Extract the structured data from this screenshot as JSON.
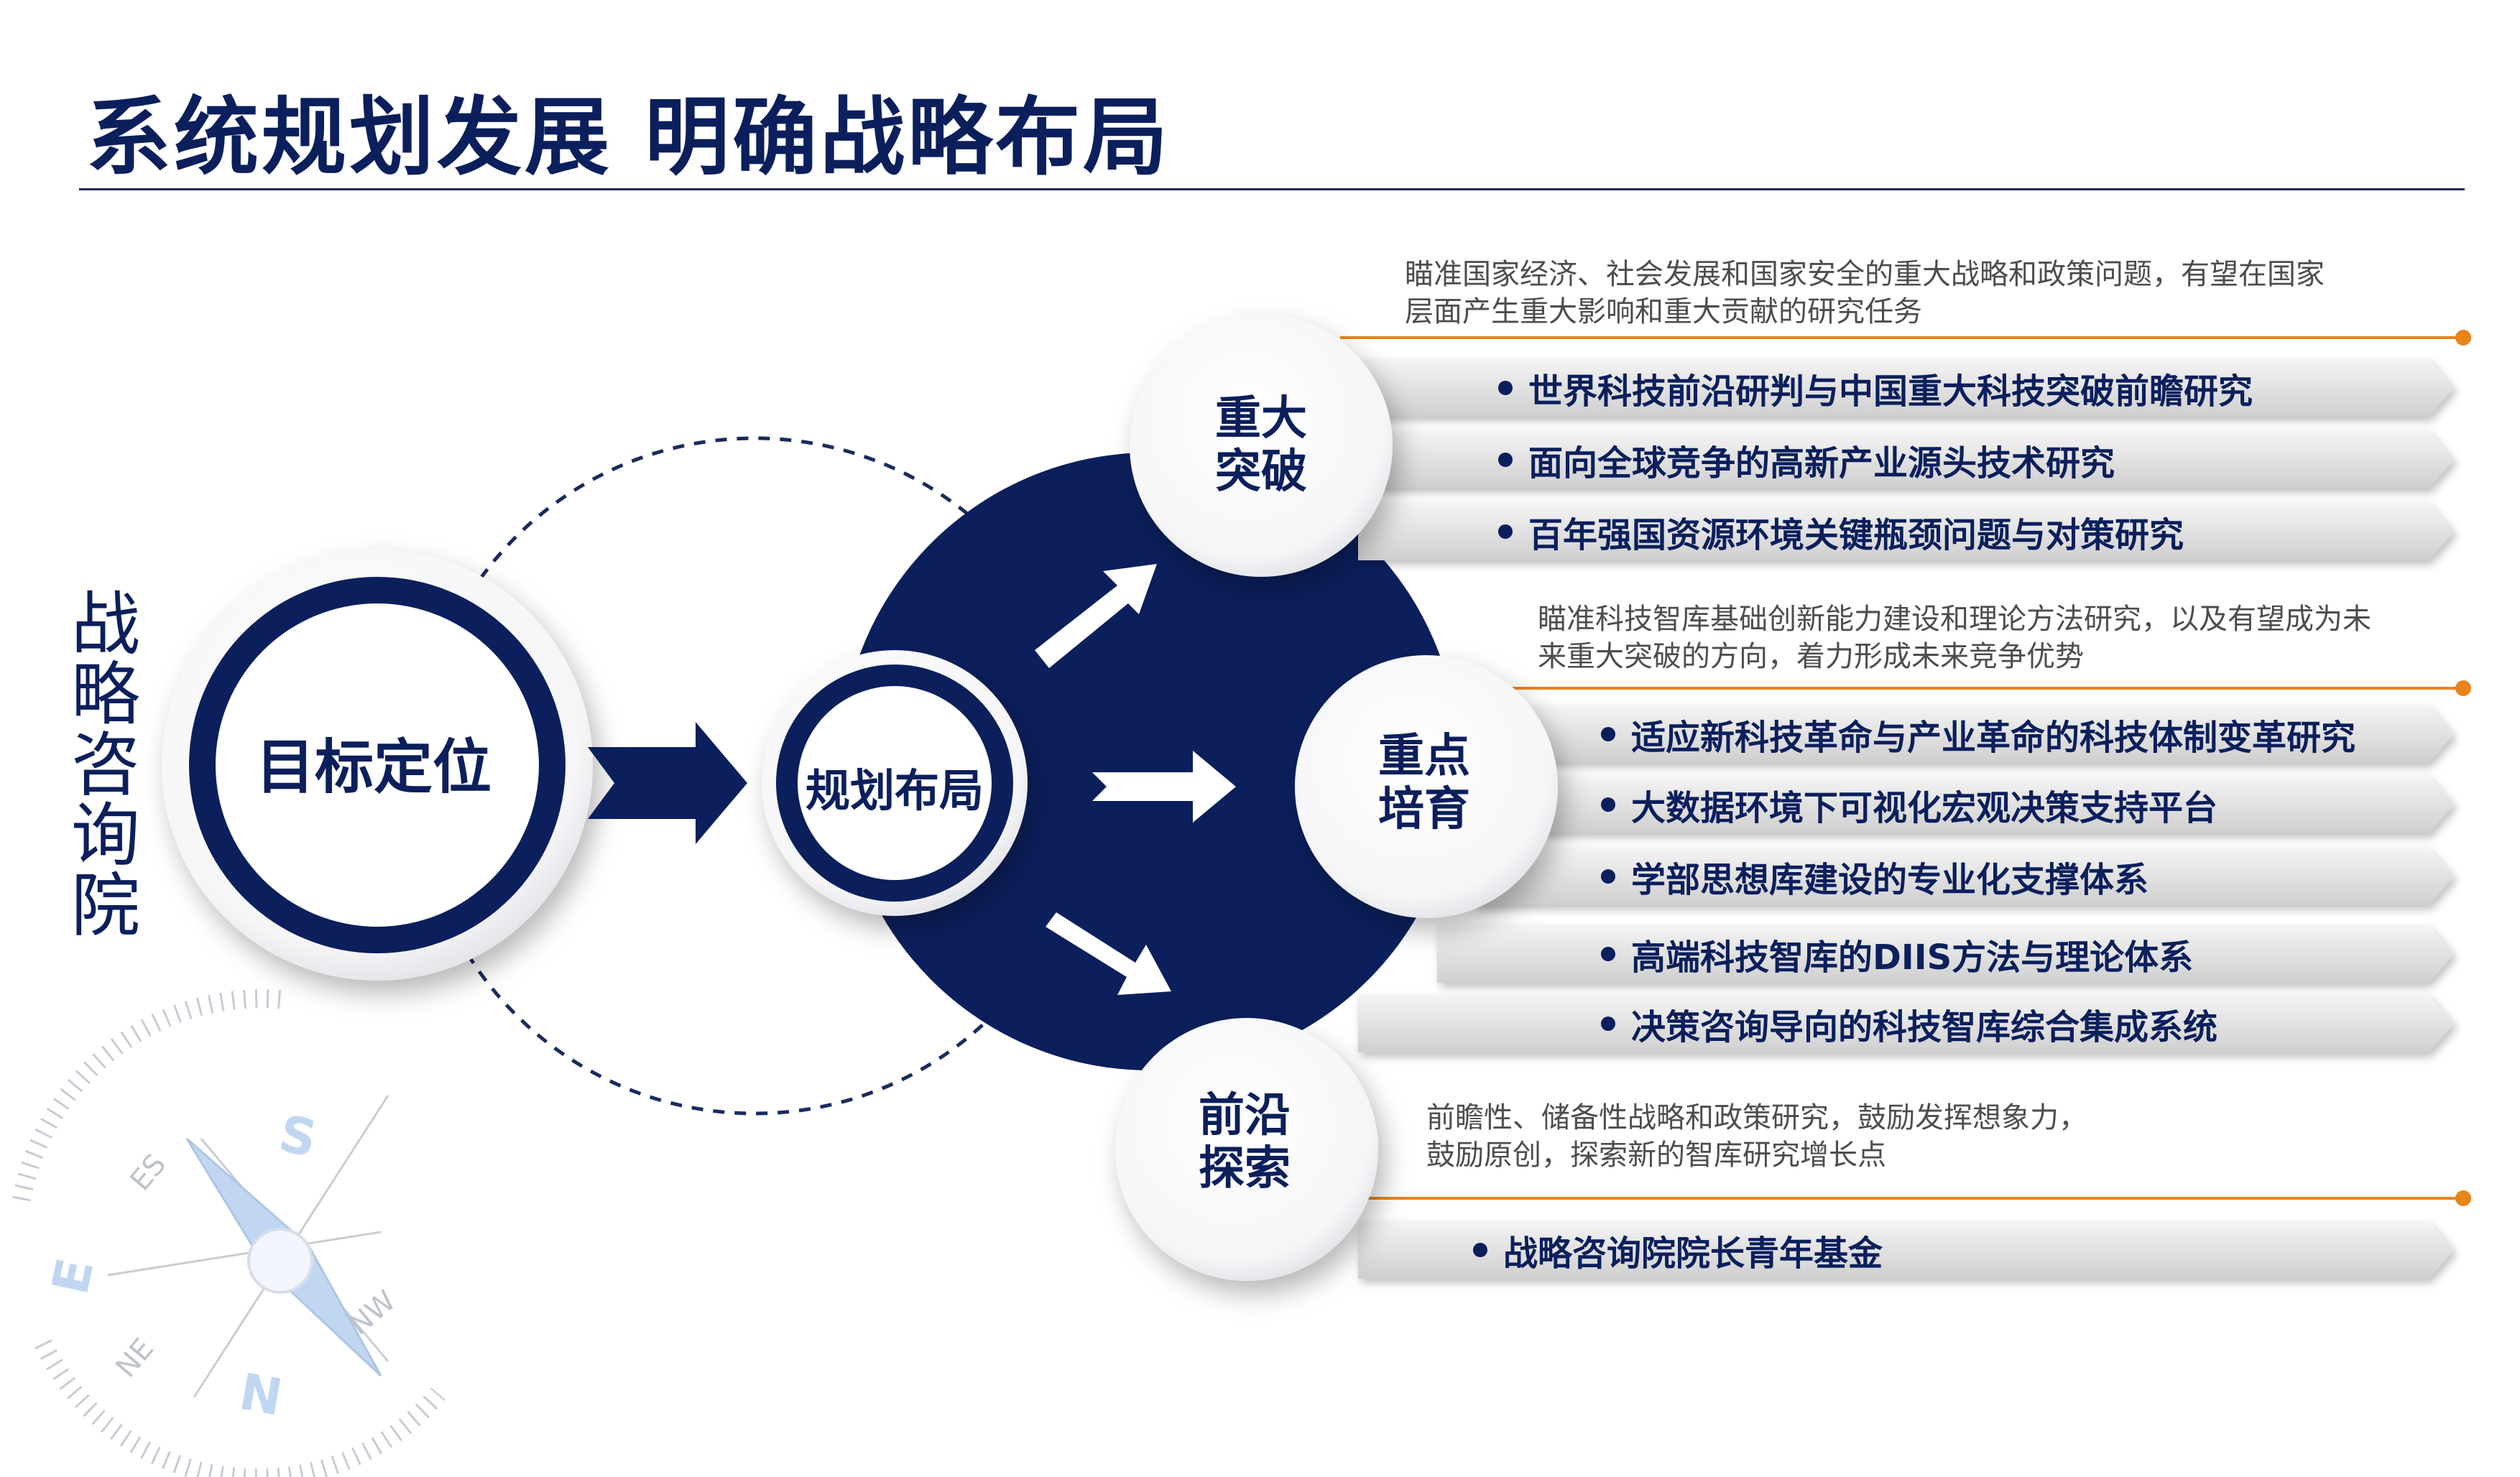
{
  "title": "系统规划发展 明确战略布局",
  "organization_vertical": [
    "战",
    "略",
    "咨",
    "询",
    "院"
  ],
  "center": {
    "target": "目标定位",
    "plan": "规划布局"
  },
  "satellites": {
    "major": [
      "重大",
      "突破"
    ],
    "key": [
      "重点",
      "培育"
    ],
    "frontier": [
      "前沿",
      "探索"
    ]
  },
  "sections": {
    "major": {
      "description": [
        "瞄准国家经济、社会发展和国家安全的重大战略和政策问题，有望在国家",
        "层面产生重大影响和重大贡献的研究任务"
      ],
      "items": [
        "世界科技前沿研判与中国重大科技突破前瞻研究",
        "面向全球竞争的高新产业源头技术研究",
        "百年强国资源环境关键瓶颈问题与对策研究"
      ]
    },
    "key": {
      "description": [
        "瞄准科技智库基础创新能力建设和理论方法研究，以及有望成为未",
        "来重大突破的方向，着力形成未来竞争优势"
      ],
      "items": [
        "适应新科技革命与产业革命的科技体制变革研究",
        "大数据环境下可视化宏观决策支持平台",
        "学部思想库建设的专业化支撑体系",
        "高端科技智库的DIIS方法与理论体系",
        "决策咨询导向的科技智库综合集成系统"
      ]
    },
    "frontier": {
      "description": [
        "前瞻性、储备性战略和政策研究，鼓励发挥想象力，",
        "鼓励原创，探索新的智库研究增长点"
      ],
      "items": [
        "战略咨询院院长青年基金"
      ]
    }
  },
  "compass": {
    "letters": [
      "S",
      "E",
      "N",
      "ES",
      "NW",
      "NE"
    ]
  },
  "colors": {
    "navy": "#0b1f5c",
    "accent_orange": "#e9831c",
    "bar_gray": "#dcdcdc",
    "compass_blue": "#8fb7e6"
  }
}
